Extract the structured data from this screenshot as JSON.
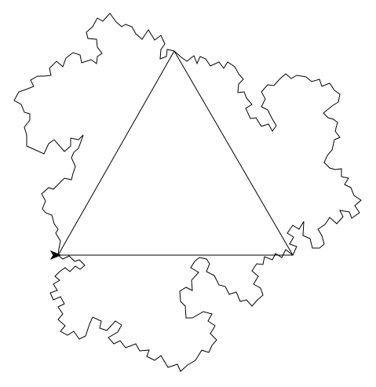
{
  "canvas": {
    "background": "#ffffff",
    "stroke_color": "#000000"
  },
  "figure": {
    "kind": "turtle-graphics fractal drawing",
    "shapes": [
      {
        "name": "equilateral-triangle",
        "description_shape": "triangle"
      },
      {
        "name": "koch-style-fractal-curve",
        "description_shape": "fractal outline"
      }
    ],
    "turtle_cursor": {
      "icon": "arrowhead-cursor-icon",
      "heading": "east"
    }
  }
}
